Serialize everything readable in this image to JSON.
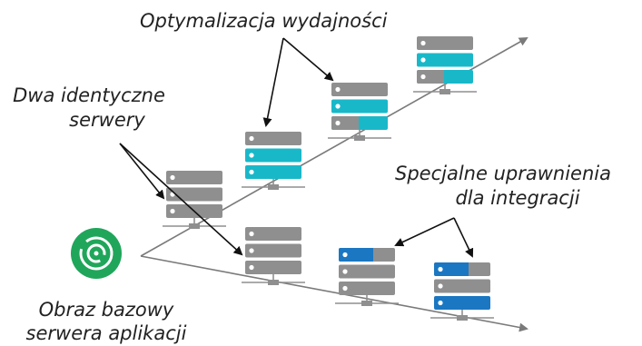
{
  "labels": {
    "base_image_line1": "Obraz bazowy",
    "base_image_line2": "serwera aplikacji",
    "identical_line1": "Dwa identyczne",
    "identical_line2": "serwery",
    "optimization": "Optymalizacja wydajności",
    "special_line1": "Specjalne uprawnienia",
    "special_line2": "dla integracji"
  },
  "colors": {
    "base_icon": "#1fa65a",
    "server_gray": "#8f8f8f",
    "performance_teal": "#19b8c9",
    "integration_blue": "#1b77c2",
    "arrow": "#7a7a7a",
    "text": "#222222"
  },
  "icons": {
    "base_image": "disc-icon",
    "server": "server-rack-icon"
  },
  "upper_branch": {
    "servers": [
      {
        "name": "identical-server-upper",
        "drives": [
          "gray",
          "gray",
          "gray"
        ]
      },
      {
        "name": "optimized-server-1",
        "drives": [
          "gray",
          "teal",
          "teal"
        ]
      },
      {
        "name": "optimized-server-2",
        "drives": [
          "gray",
          "teal",
          "gray-teal"
        ]
      },
      {
        "name": "optimized-server-3",
        "drives": [
          "gray",
          "teal",
          "gray-teal"
        ]
      }
    ]
  },
  "lower_branch": {
    "servers": [
      {
        "name": "identical-server-lower",
        "drives": [
          "gray",
          "gray",
          "gray"
        ]
      },
      {
        "name": "integration-server-1",
        "drives": [
          "blue-gray",
          "gray",
          "gray"
        ]
      },
      {
        "name": "integration-server-2",
        "drives": [
          "blue-gray",
          "gray",
          "blue"
        ]
      }
    ]
  }
}
